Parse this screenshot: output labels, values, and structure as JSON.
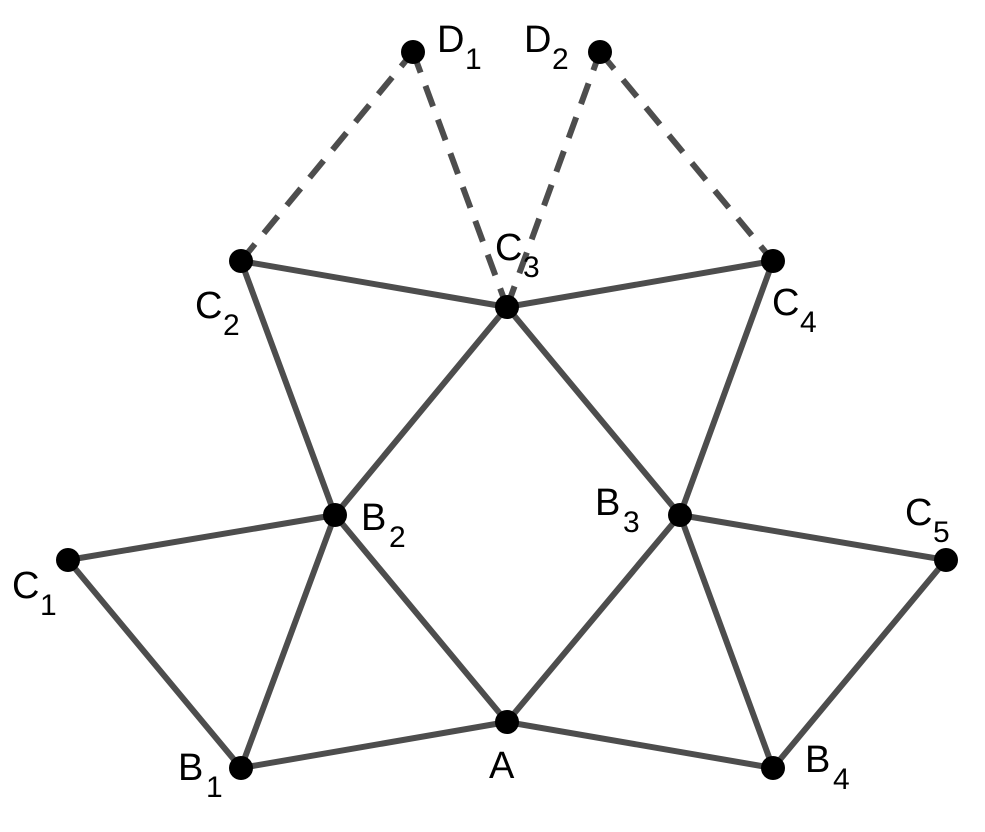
{
  "colors": {
    "edge": "#4d4d4d",
    "vertex": "#000000",
    "background": "#ffffff"
  },
  "vertices": [
    {
      "id": "A",
      "label": {
        "base": "A",
        "sub": ""
      }
    },
    {
      "id": "B1",
      "label": {
        "base": "B",
        "sub": "1"
      }
    },
    {
      "id": "B2",
      "label": {
        "base": "B",
        "sub": "2"
      }
    },
    {
      "id": "B3",
      "label": {
        "base": "B",
        "sub": "3"
      }
    },
    {
      "id": "B4",
      "label": {
        "base": "B",
        "sub": "4"
      }
    },
    {
      "id": "C1",
      "label": {
        "base": "C",
        "sub": "1"
      }
    },
    {
      "id": "C2",
      "label": {
        "base": "C",
        "sub": "2"
      }
    },
    {
      "id": "C3",
      "label": {
        "base": "C",
        "sub": "3"
      }
    },
    {
      "id": "C4",
      "label": {
        "base": "C",
        "sub": "4"
      }
    },
    {
      "id": "C5",
      "label": {
        "base": "C",
        "sub": "5"
      }
    },
    {
      "id": "D1",
      "label": {
        "base": "D",
        "sub": "1"
      }
    },
    {
      "id": "D2",
      "label": {
        "base": "D",
        "sub": "2"
      }
    }
  ],
  "edges": [
    {
      "from": "A",
      "to": "B1",
      "style": "solid"
    },
    {
      "from": "A",
      "to": "B2",
      "style": "solid"
    },
    {
      "from": "A",
      "to": "B3",
      "style": "solid"
    },
    {
      "from": "A",
      "to": "B4",
      "style": "solid"
    },
    {
      "from": "B1",
      "to": "B2",
      "style": "solid"
    },
    {
      "from": "B1",
      "to": "C1",
      "style": "solid"
    },
    {
      "from": "C1",
      "to": "B2",
      "style": "solid"
    },
    {
      "from": "B2",
      "to": "C2",
      "style": "solid"
    },
    {
      "from": "B2",
      "to": "C3",
      "style": "solid"
    },
    {
      "from": "C2",
      "to": "C3",
      "style": "solid"
    },
    {
      "from": "C3",
      "to": "C4",
      "style": "solid"
    },
    {
      "from": "C3",
      "to": "B3",
      "style": "solid"
    },
    {
      "from": "B3",
      "to": "C4",
      "style": "solid"
    },
    {
      "from": "B3",
      "to": "C5",
      "style": "solid"
    },
    {
      "from": "B3",
      "to": "B4",
      "style": "solid"
    },
    {
      "from": "C5",
      "to": "B4",
      "style": "solid"
    },
    {
      "from": "C2",
      "to": "D1",
      "style": "dashed"
    },
    {
      "from": "D1",
      "to": "C3",
      "style": "dashed"
    },
    {
      "from": "C3",
      "to": "D2",
      "style": "dashed"
    },
    {
      "from": "D2",
      "to": "C4",
      "style": "dashed"
    }
  ]
}
